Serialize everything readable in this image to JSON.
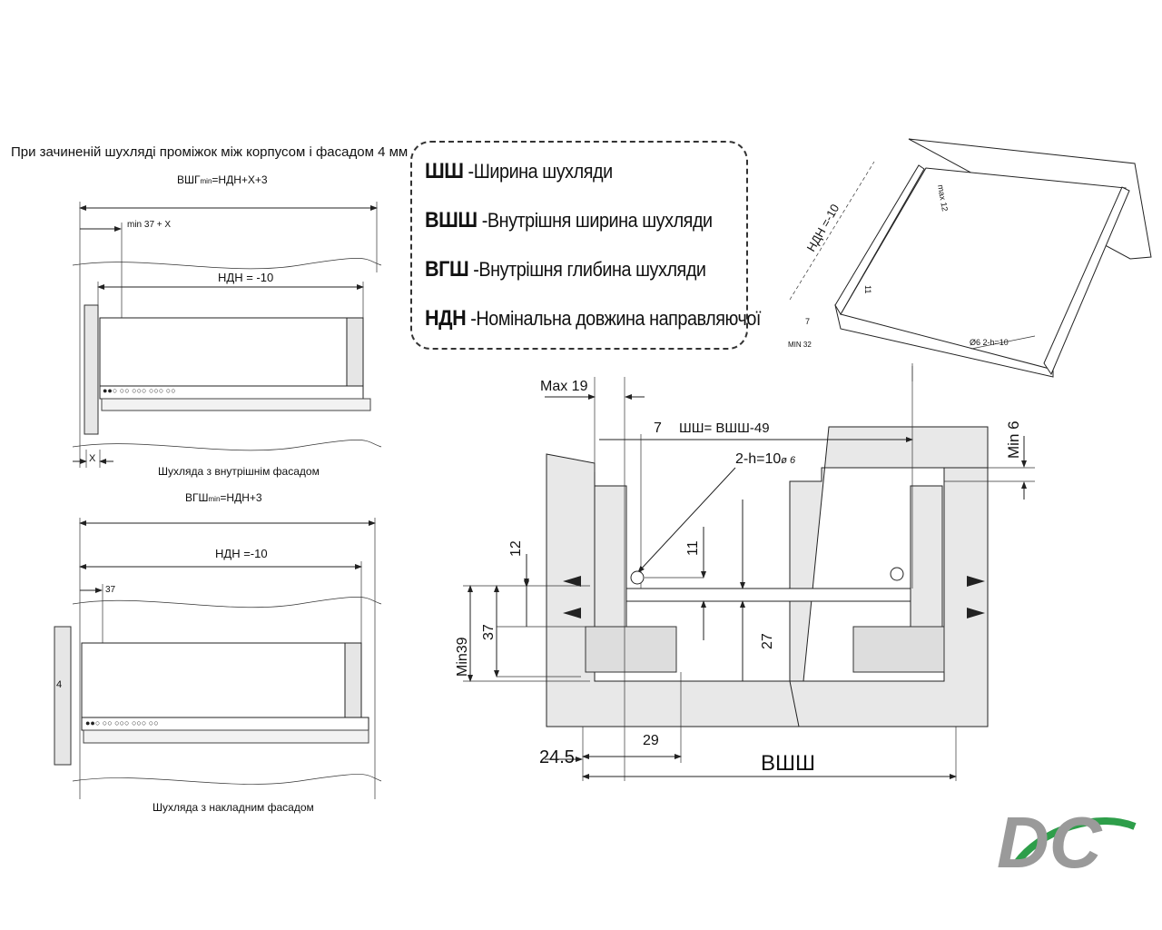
{
  "left_top": {
    "title": "При зачиненій шухляді проміжок між корпусом і фасадом 4 мм",
    "formula_main": "ВШГ",
    "formula_sub": "min",
    "formula_rest": "=НДН+Х+3",
    "dim_min37x": "min 37 + X",
    "dim_ndn": "НДН = -10",
    "dim_x": "X",
    "caption": "Шухляда з внутрішнім фасадом"
  },
  "left_bottom": {
    "formula_main": "ВГШ",
    "formula_sub": "min",
    "formula_rest": "=НДН+3",
    "dim_ndn": "НДН =-10",
    "dim_37": "37",
    "dim_4": "4",
    "caption": "Шухляда з накладним фасадом"
  },
  "legend": [
    {
      "abbr": "ШШ",
      "text": " -Ширина шухляди"
    },
    {
      "abbr": "ВШШ",
      "text": " -Внутрішня ширина шухляди"
    },
    {
      "abbr": "ВГШ",
      "text": " -Внутрішня глибина шухляди"
    },
    {
      "abbr": "НДН",
      "text": " -Номінальна довжина направляючої"
    }
  ],
  "iso": {
    "ndn": "НДН =-10",
    "max12": "max 12",
    "d11": "11",
    "d7": "7",
    "min32": "MIN 32",
    "hole": "Ø6  2-h=10"
  },
  "section": {
    "max19": "Max 19",
    "d7": "7",
    "sh": "ШШ= ВШШ-49",
    "hole": "2-h=10",
    "hole_d": "ø 6",
    "min6": "Min 6",
    "d12": "12",
    "d11": "11",
    "d37": "37",
    "min39": "Min39",
    "d27": "27",
    "d245": "24.5",
    "d29": "29",
    "vshsh": "ВШШ"
  },
  "logo": {
    "text": "DC",
    "color_main": "#9a9a9a",
    "color_accent": "#2e9e4a"
  }
}
